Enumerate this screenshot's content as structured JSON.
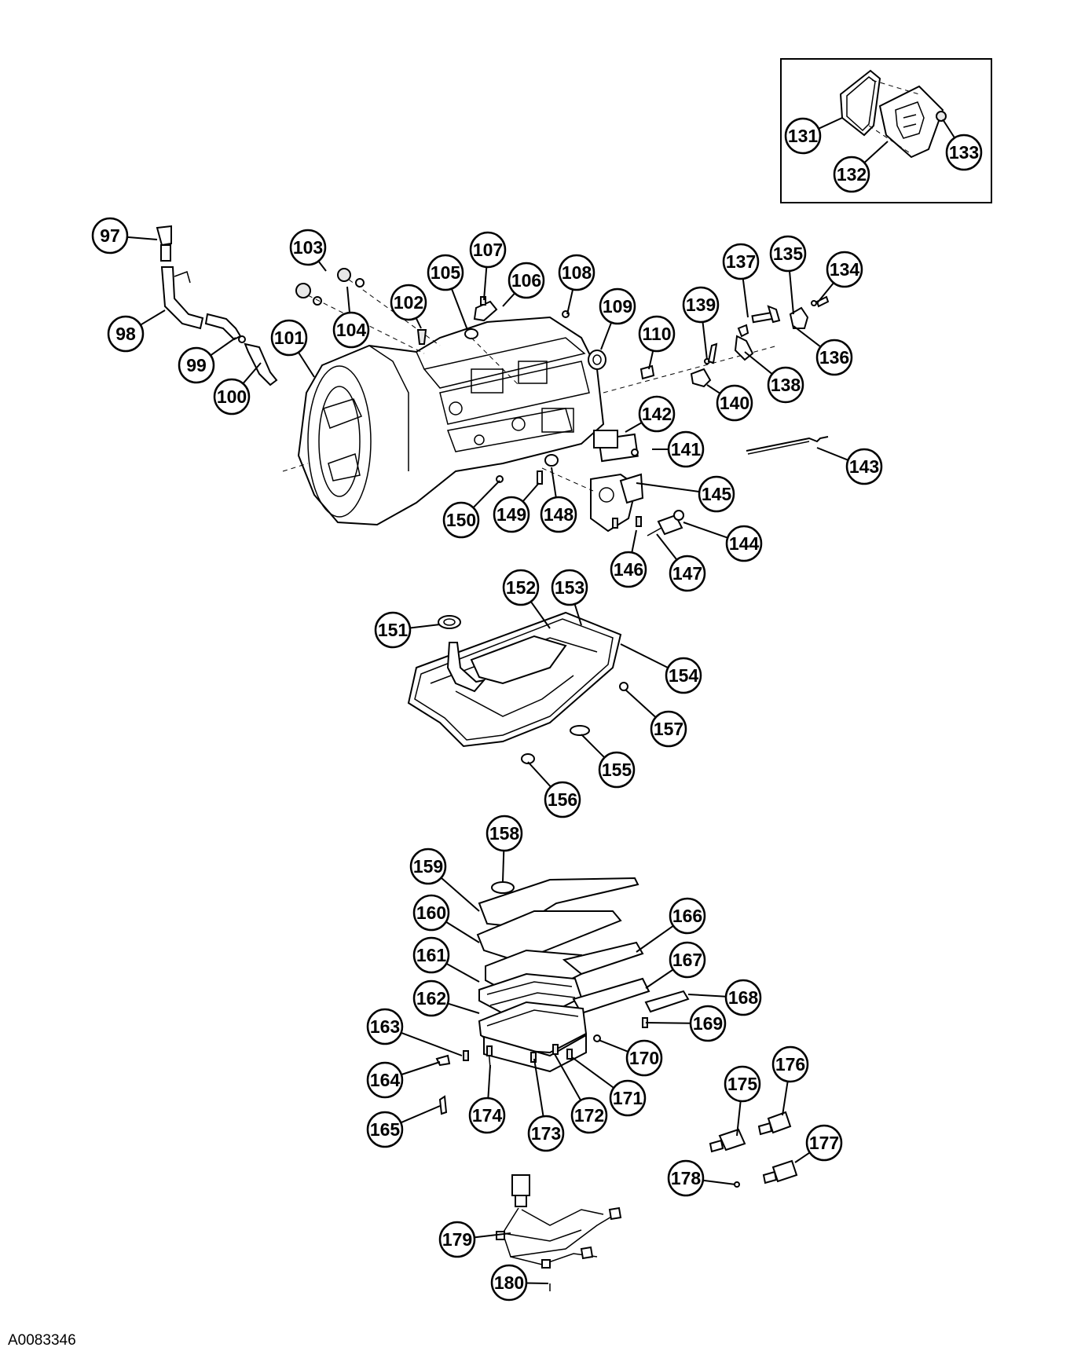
{
  "figure_code": "A0083346",
  "callouts": [
    {
      "label": "97"
    },
    {
      "label": "98"
    },
    {
      "label": "99"
    },
    {
      "label": "100"
    },
    {
      "label": "101"
    },
    {
      "label": "102"
    },
    {
      "label": "103"
    },
    {
      "label": "104"
    },
    {
      "label": "105"
    },
    {
      "label": "106"
    },
    {
      "label": "107"
    },
    {
      "label": "108"
    },
    {
      "label": "109"
    },
    {
      "label": "110"
    },
    {
      "label": "131"
    },
    {
      "label": "132"
    },
    {
      "label": "133"
    },
    {
      "label": "134"
    },
    {
      "label": "135"
    },
    {
      "label": "136"
    },
    {
      "label": "137"
    },
    {
      "label": "138"
    },
    {
      "label": "139"
    },
    {
      "label": "140"
    },
    {
      "label": "141"
    },
    {
      "label": "142"
    },
    {
      "label": "143"
    },
    {
      "label": "144"
    },
    {
      "label": "145"
    },
    {
      "label": "146"
    },
    {
      "label": "147"
    },
    {
      "label": "148"
    },
    {
      "label": "149"
    },
    {
      "label": "150"
    },
    {
      "label": "151"
    },
    {
      "label": "152"
    },
    {
      "label": "153"
    },
    {
      "label": "154"
    },
    {
      "label": "155"
    },
    {
      "label": "156"
    },
    {
      "label": "157"
    },
    {
      "label": "158"
    },
    {
      "label": "159"
    },
    {
      "label": "160"
    },
    {
      "label": "161"
    },
    {
      "label": "162"
    },
    {
      "label": "163"
    },
    {
      "label": "164"
    },
    {
      "label": "165"
    },
    {
      "label": "166"
    },
    {
      "label": "167"
    },
    {
      "label": "168"
    },
    {
      "label": "169"
    },
    {
      "label": "170"
    },
    {
      "label": "171"
    },
    {
      "label": "172"
    },
    {
      "label": "173"
    },
    {
      "label": "174"
    },
    {
      "label": "175"
    },
    {
      "label": "176"
    },
    {
      "label": "177"
    },
    {
      "label": "178"
    },
    {
      "label": "179"
    },
    {
      "label": "180"
    }
  ]
}
